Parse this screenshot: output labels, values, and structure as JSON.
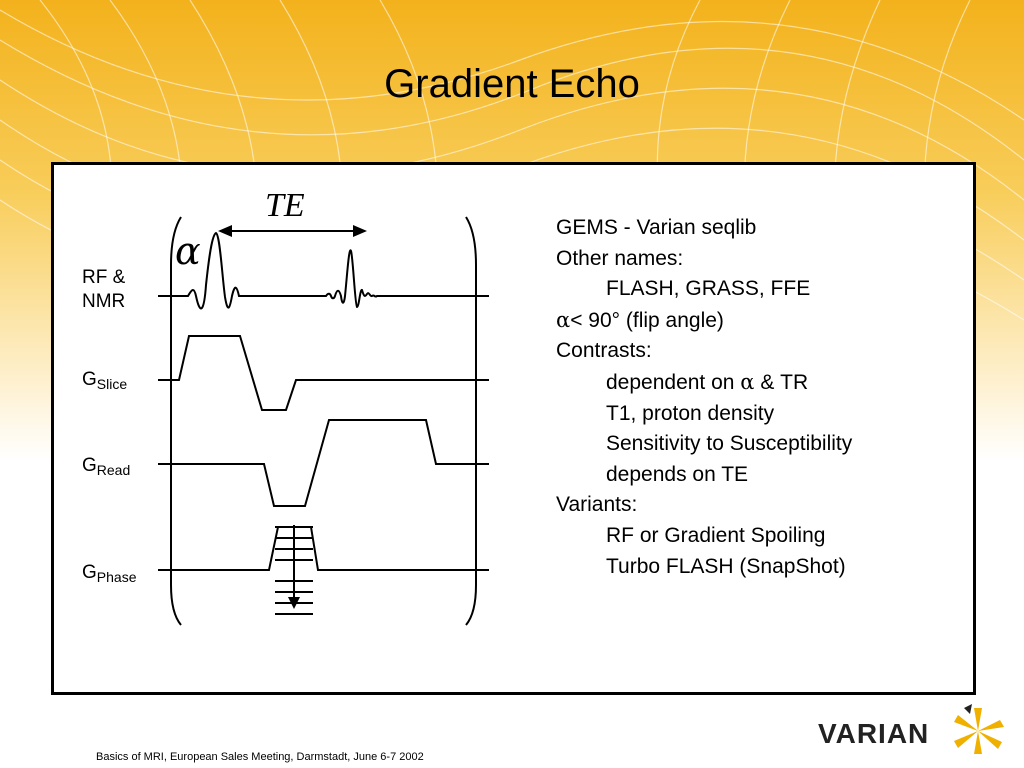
{
  "slide": {
    "title": "Gradient Echo"
  },
  "diagram": {
    "te_label": "TE",
    "alpha_symbol": "α",
    "rows": [
      {
        "label_main": "RF &",
        "label_main2": "NMR"
      },
      {
        "label_main": "G",
        "label_sub": "Slice"
      },
      {
        "label_main": "G",
        "label_sub": "Read"
      },
      {
        "label_main": "G",
        "label_sub": "Phase"
      }
    ]
  },
  "info": {
    "lines": [
      "GEMS - Varian seqlib",
      "Other names:",
      "FLASH, GRASS, FFE",
      "< 90° (flip angle)",
      "Contrasts:",
      "dependent on ",
      " & TR",
      "T1, proton density",
      "Sensitivity to Susceptibility",
      "depends on TE",
      "Variants:",
      "RF or Gradient Spoiling",
      "Turbo FLASH (SnapShot)"
    ],
    "alpha": "α"
  },
  "footer": {
    "text": "Basics of MRI, European Sales Meeting, Darmstadt, June 6-7 2002"
  },
  "logo": {
    "text": "VARIAN"
  },
  "colors": {
    "background_glow": "#f5b820",
    "logo_mark": "#f0b000"
  }
}
